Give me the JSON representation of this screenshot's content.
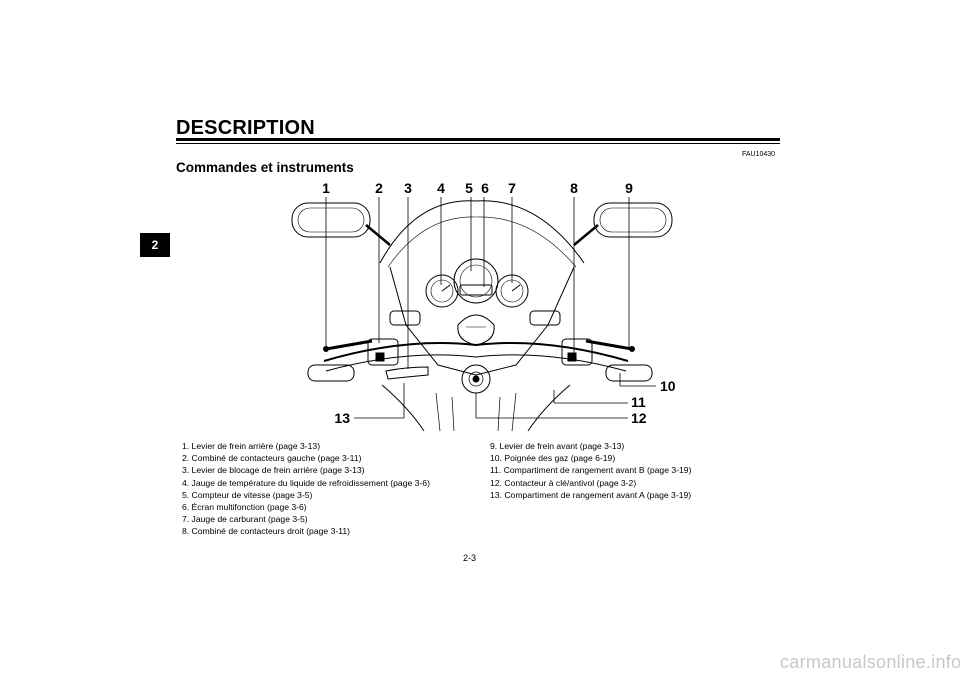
{
  "header": {
    "title": "DESCRIPTION",
    "chapter_tab": "2"
  },
  "ref_code": "FAU10430",
  "section_title": "Commandes et instruments",
  "figure": {
    "callouts": {
      "n1": "1",
      "n2": "2",
      "n3": "3",
      "n4": "4",
      "n5": "5",
      "n6": "6",
      "n7": "7",
      "n8": "8",
      "n9": "9",
      "n10": "10",
      "n11": "11",
      "n12": "12",
      "n13": "13"
    }
  },
  "captions": {
    "left": [
      "1. Levier de frein arrière (page 3-13)",
      "2. Combiné de contacteurs gauche (page 3-11)",
      "3. Levier de blocage de frein arrière (page 3-13)",
      "4. Jauge de température du liquide de refroidissement (page 3-6)",
      "5. Compteur de vitesse (page 3-5)",
      "6. Écran multifonction (page 3-6)",
      "7. Jauge de carburant (page 3-5)",
      "8. Combiné de contacteurs droit (page 3-11)"
    ],
    "right": [
      "9. Levier de frein avant (page 3-13)",
      "10. Poignée des gaz (page 6-19)",
      "11. Compartiment de rangement avant B (page 3-19)",
      "12. Contacteur à clé/antivol (page 3-2)",
      "13. Compartiment de rangement avant A (page 3-19)"
    ]
  },
  "page_number": "2-3",
  "watermark": "carmanualsonline.info"
}
